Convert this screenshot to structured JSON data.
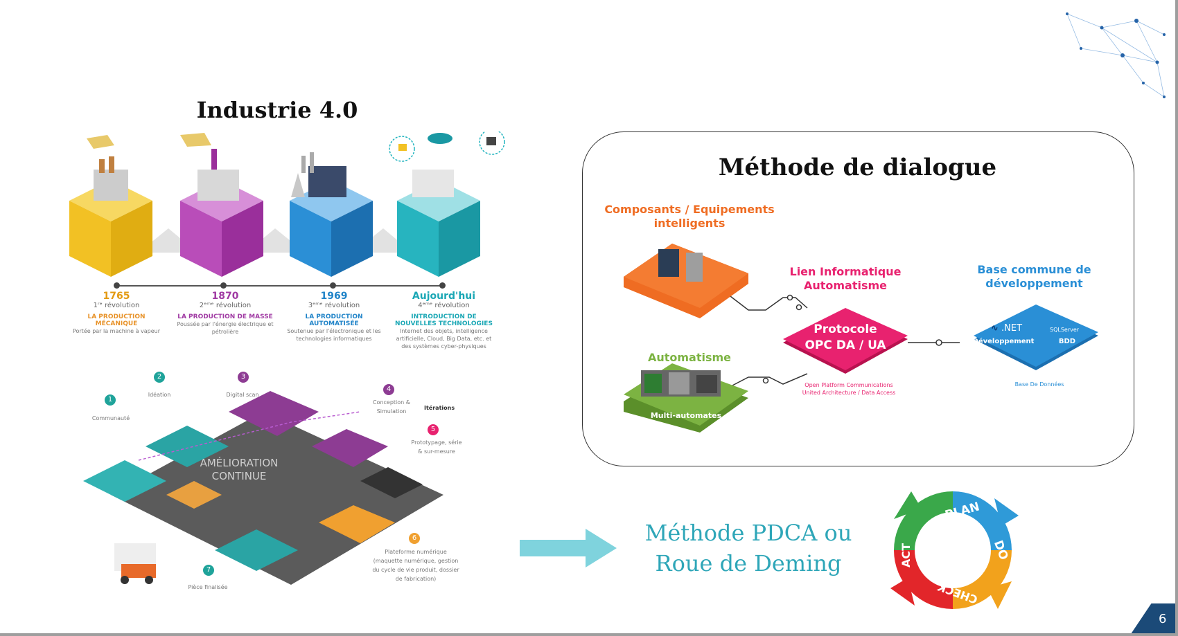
{
  "slide": {
    "page_number": "6"
  },
  "left": {
    "title": "Industrie 4.0",
    "revolutions": [
      {
        "year": "1765",
        "ordinal": "1ʳᵉ révolution",
        "name": "LA PRODUCTION MÉCANIQUE",
        "desc": "Portée par la machine à vapeur",
        "color": "#f2c124"
      },
      {
        "year": "1870",
        "ordinal": "2ᵉᵐᵉ révolution",
        "name": "LA PRODUCTION DE MASSE",
        "desc": "Poussée par l'énergie électrique et pétrolière",
        "color": "#a53aa6"
      },
      {
        "year": "1969",
        "ordinal": "3ᵉᵐᵉ révolution",
        "name": "LA PRODUCTION AUTOMATISÉE",
        "desc": "Soutenue par l'électronique et les technologies informatiques",
        "color": "#1f83c8"
      },
      {
        "year": "Aujourd'hui",
        "ordinal": "4ᵉᵐᵉ révolution",
        "name": "INTRODUCTION DE NOUVELLES TECHNOLOGIES",
        "desc": "Internet des objets, intelligence artificielle, Cloud, Big Data, etc. et des systèmes cyber-physiques",
        "color": "#1fb3be"
      }
    ],
    "cycle": {
      "center": "AMÉLIORATION CONTINUE",
      "steps": [
        {
          "num": "1",
          "label": "Communauté"
        },
        {
          "num": "2",
          "label": "Idéation"
        },
        {
          "num": "3",
          "label": "Digital scan"
        },
        {
          "num": "4",
          "label": "Conception & Simulation"
        },
        {
          "num": "5",
          "label": "Prototypage, série & sur-mesure"
        },
        {
          "num": "6",
          "label": "Plateforme numérique (maquette numérique, gestion du cycle de vie produit, dossier de fabrication)"
        },
        {
          "num": "7",
          "label": "Pièce finalisée"
        }
      ],
      "iterations": "Itérations"
    }
  },
  "dialog": {
    "title": "Méthode de dialogue",
    "components_label": "Composants / Equipements intelligents",
    "automation_label": "Automatisme",
    "automation_card": "Multi-automates",
    "link_label": "Lien Informatique Automatisme",
    "protocol": {
      "line1": "Protocole",
      "line2": "OPC DA / UA",
      "caption1": "Open Platform Communications",
      "caption2": "United Architecture / Data Access"
    },
    "base_label": "Base commune de développement",
    "base_card": {
      "net": ".NET",
      "sql": "SQLServer",
      "dev": "Développement",
      "bdd": "BDD",
      "caption": "Base De Données"
    },
    "colors": {
      "orange": "#ef6c22",
      "green": "#7cb342",
      "pink": "#e8226f",
      "blue": "#2a8fd6"
    }
  },
  "pdca": {
    "text_line1": "Méthode PDCA ou",
    "text_line2": "Roue de Deming",
    "wheel": {
      "plan": "PLAN",
      "do": "DO",
      "check": "CHECK",
      "act": "ACT"
    },
    "arrow_color": "#7fd3dd",
    "text_color": "#2ea6b8"
  }
}
